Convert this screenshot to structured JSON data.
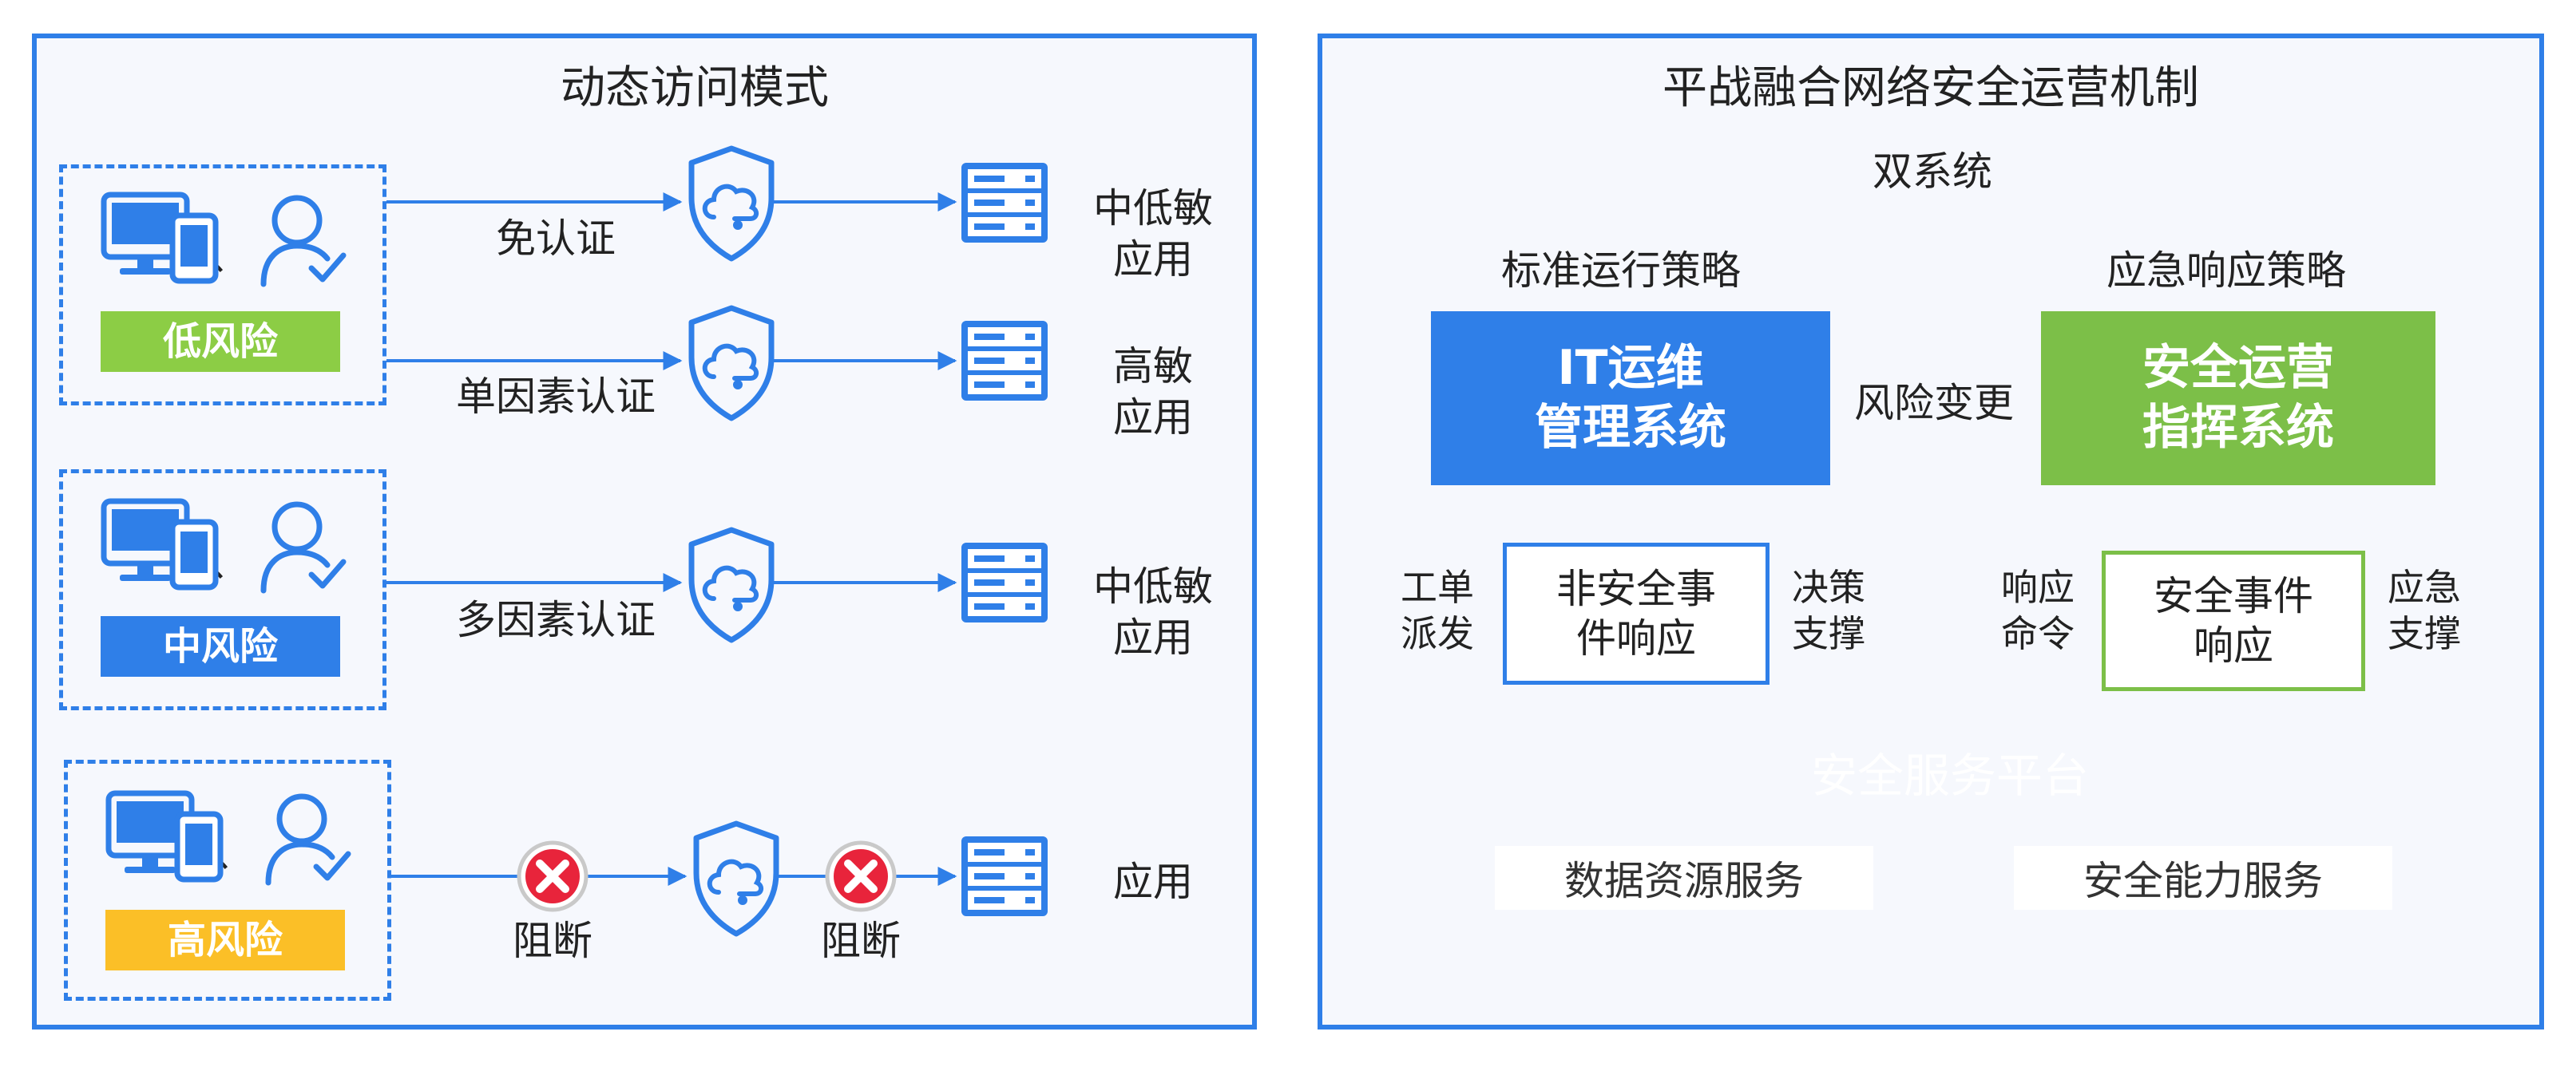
{
  "left_panel": {
    "title": "动态访问模式",
    "rows": [
      {
        "risk": "低风险",
        "risk_color": "#8ccd45"
      },
      {
        "risk": "中风险",
        "risk_color": "#2f7fe8"
      },
      {
        "risk": "高风险",
        "risk_color": "#fbbf27"
      }
    ],
    "separator": "、",
    "flows": [
      {
        "auth": "免认证",
        "target_line1": "中低敏",
        "target_line2": "应用"
      },
      {
        "auth": "单因素认证",
        "target_line1": "高敏",
        "target_line2": "应用"
      },
      {
        "auth": "多因素认证",
        "target_line1": "中低敏",
        "target_line2": "应用"
      },
      {
        "target_line1": "应用"
      }
    ],
    "block_label": "阻断"
  },
  "right_panel": {
    "title": "平战融合网络安全运营机制",
    "dual_system": "双系统",
    "standard_strategy": "标准运行策略",
    "emergency_strategy": "应急响应策略",
    "it_system": {
      "line1": "IT运维",
      "line2": "管理系统",
      "color": "#2f7fe8"
    },
    "security_system": {
      "line1": "安全运营",
      "line2": "指挥系统",
      "color": "#7cbf48"
    },
    "risk_change": "风险变更",
    "work_order": {
      "line1": "工单",
      "line2": "派发"
    },
    "decision_support": {
      "line1": "决策",
      "line2": "支撑"
    },
    "response_command": {
      "line1": "响应",
      "line2": "命令"
    },
    "emergency_support": {
      "line1": "应急",
      "line2": "支撑"
    },
    "non_security_event": {
      "line1": "非安全事",
      "line2": "件响应"
    },
    "security_event": {
      "line1": "安全事件",
      "line2": "响应"
    },
    "platform": {
      "title": "安全服务平台",
      "service1": "数据资源服务",
      "service2": "安全能力服务",
      "color": "#2f7fe8"
    }
  }
}
